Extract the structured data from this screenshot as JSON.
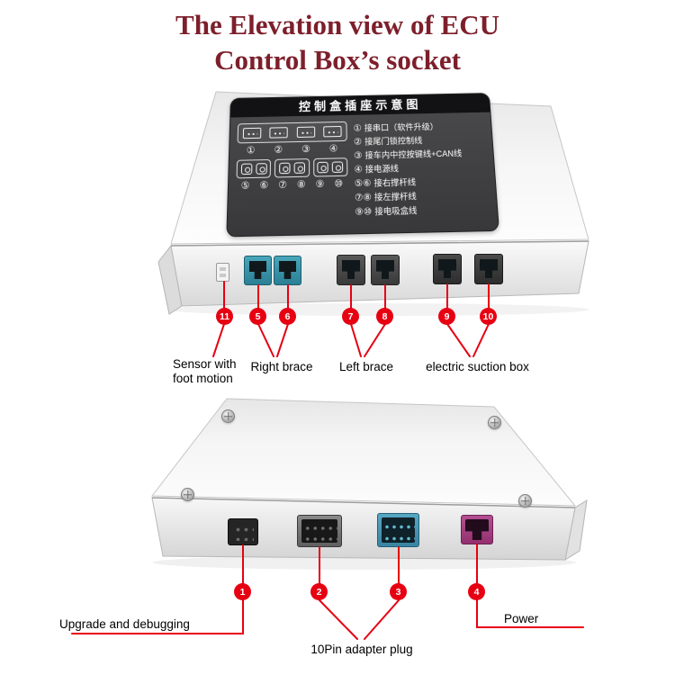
{
  "title": {
    "line1": "The Elevation view of ECU",
    "line2": "Control Box’s socket"
  },
  "panel": {
    "title": "控制盒插座示意图",
    "icon_numbers_row1": [
      "①",
      "②",
      "③",
      "④"
    ],
    "icon_numbers_row2": [
      "⑤",
      "⑥",
      "⑦",
      "⑧",
      "⑨",
      "⑩"
    ],
    "legend": [
      {
        "nums": "①",
        "text": "接串口（软件升级）"
      },
      {
        "nums": "②",
        "text": "接尾门锁控制线"
      },
      {
        "nums": "③",
        "text": "接车内中控按键线+CAN线"
      },
      {
        "nums": "④",
        "text": "接电源线"
      },
      {
        "nums": "⑤⑥",
        "text": "接右撑杆线"
      },
      {
        "nums": "⑦⑧",
        "text": "接左撑杆线"
      },
      {
        "nums": "⑨⑩",
        "text": "接电吸盒线"
      }
    ]
  },
  "top_callouts": [
    "11",
    "5",
    "6",
    "7",
    "8",
    "9",
    "10"
  ],
  "top_labels": {
    "sensor": "Sensor with foot motion",
    "right_brace": "Right brace",
    "left_brace": "Left brace",
    "suction": "electric suction box"
  },
  "bottom_callouts": [
    "1",
    "2",
    "3",
    "4"
  ],
  "bottom_labels": {
    "upgrade": "Upgrade and debugging",
    "adapter": "10Pin adapter plug",
    "power": "Power"
  },
  "colors": {
    "title_maroon": "#7d1f2b",
    "callout_red": "#e60012",
    "socket_blue": "#3a96ab",
    "connector_blue": "#4698b8",
    "connector_purple": "#a4417f"
  }
}
